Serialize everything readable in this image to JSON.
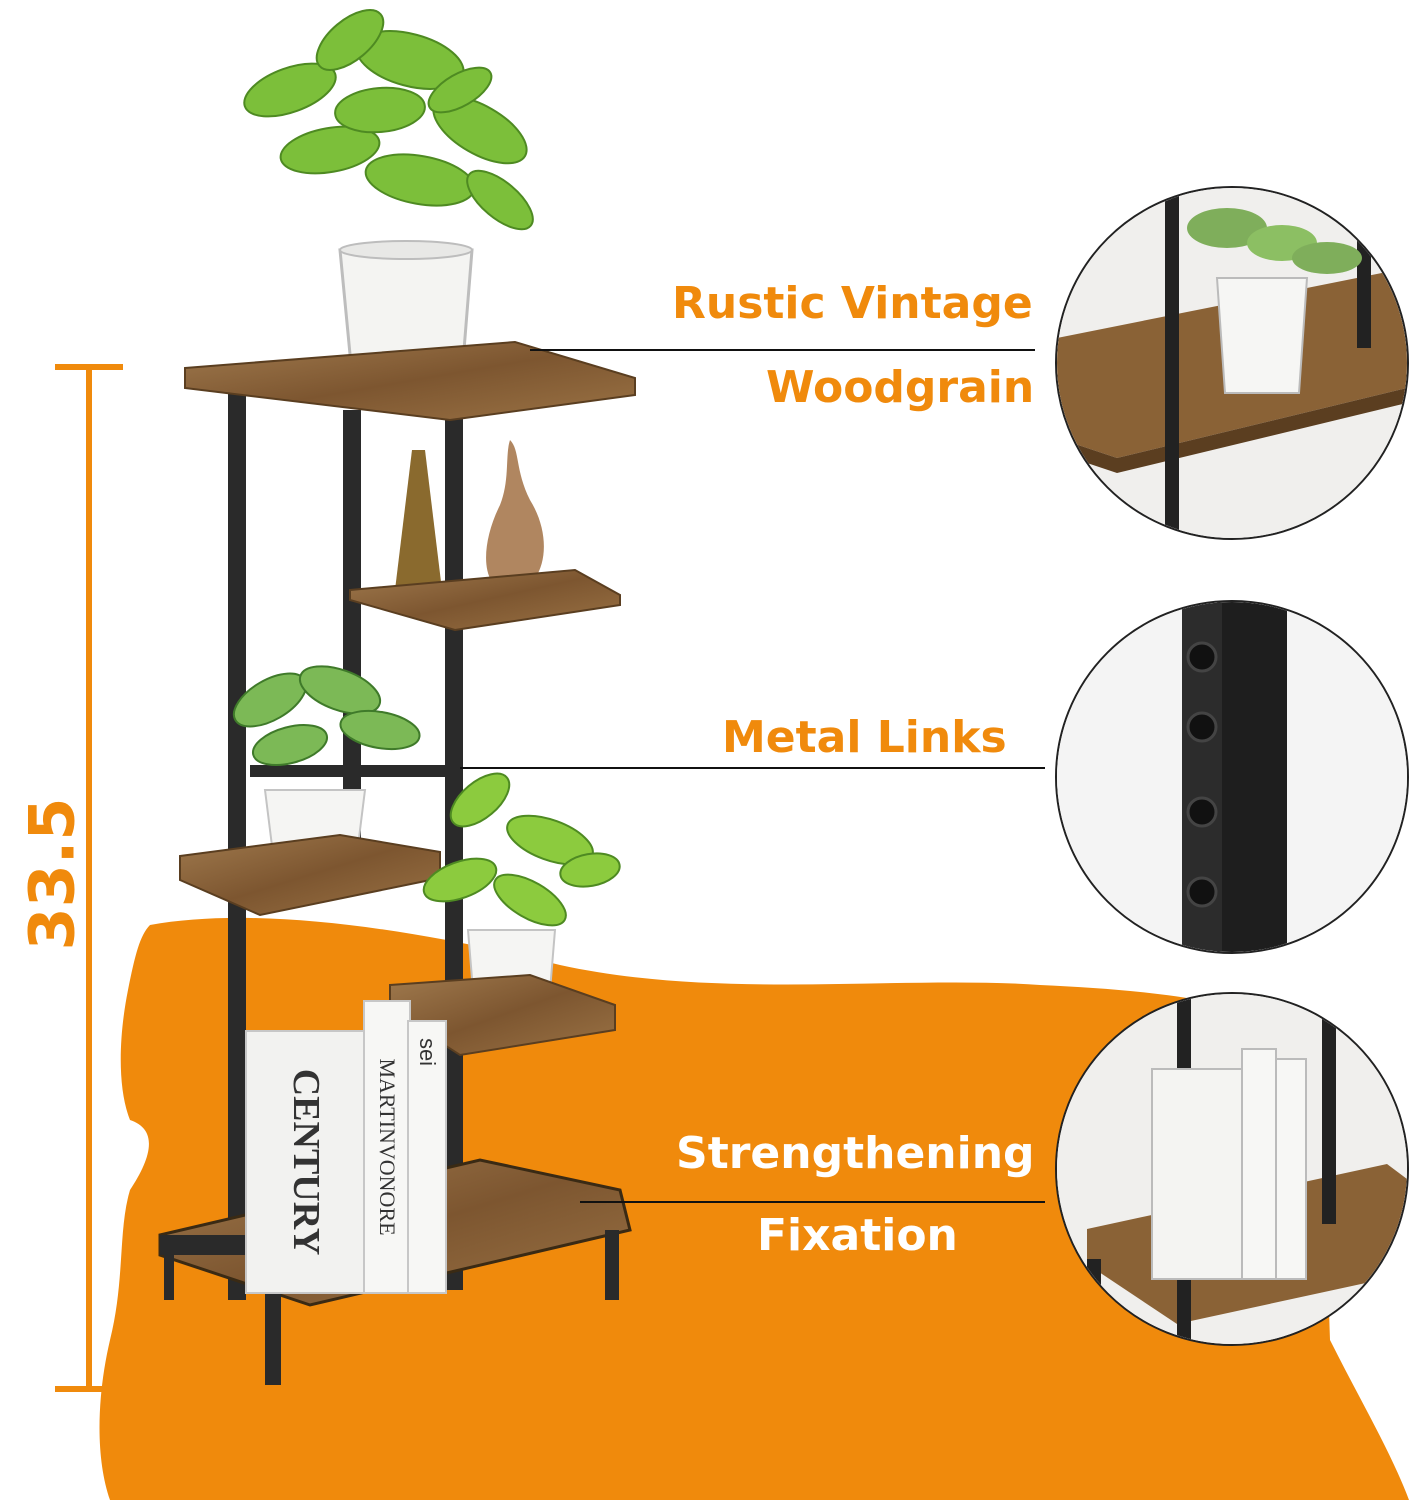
{
  "callouts": {
    "top_line1": "Rustic Vintage",
    "top_line2": "Woodgrain",
    "middle": "Metal Links",
    "bottom_line1": "Strengthening",
    "bottom_line2": "Fixation"
  },
  "dimension": {
    "height_value": "33.5"
  },
  "books": {
    "book1_spine": "CENTURY",
    "book2_spine": "MARTINVONORE",
    "book3_spine": "sei"
  },
  "colors": {
    "accent_orange": "#f08a0c",
    "wood": "#8a6236",
    "metal": "#2a2a2a"
  }
}
